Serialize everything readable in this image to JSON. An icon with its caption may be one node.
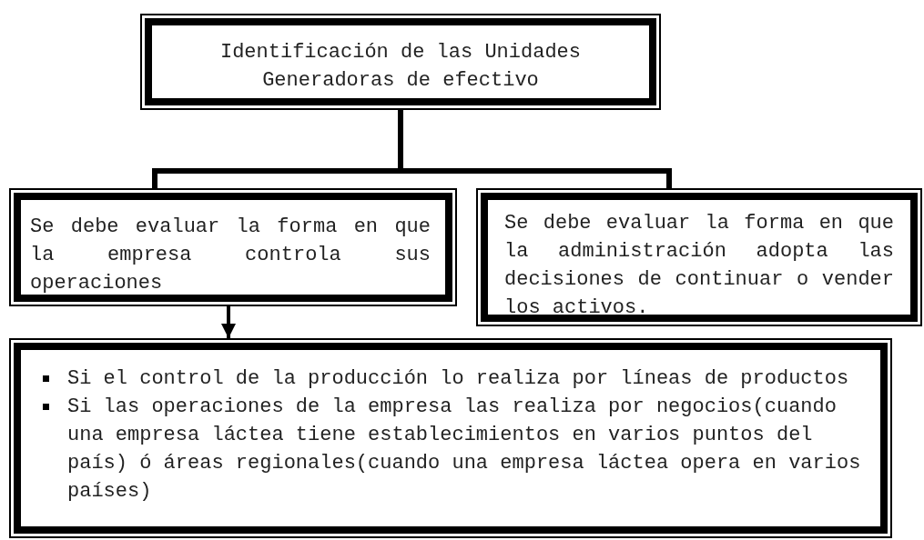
{
  "diagram": {
    "nodes": [
      {
        "text": [
          "Identificación de las Unidades Generadoras de efectivo"
        ]
      },
      {
        "text": [
          "Se debe evaluar la forma en que la empresa controla sus operaciones"
        ]
      },
      {
        "text": [
          "Se debe evaluar la forma en que la administración adopta las decisiones de continuar o vender los activos."
        ]
      },
      {
        "text": [
          "Si el control de la producción lo realiza por líneas de productos",
          "Si las operaciones de la empresa las realiza por negocios(cuando una empresa láctea tiene establecimientos en varios puntos del país) ó áreas regionales(cuando una empresa láctea opera en varios países)"
        ]
      }
    ],
    "edges": [
      {
        "from": 0,
        "to": 1,
        "arrow": "none"
      },
      {
        "from": 0,
        "to": 2,
        "arrow": "none"
      },
      {
        "from": 1,
        "to": 3,
        "arrow": "to"
      }
    ]
  }
}
